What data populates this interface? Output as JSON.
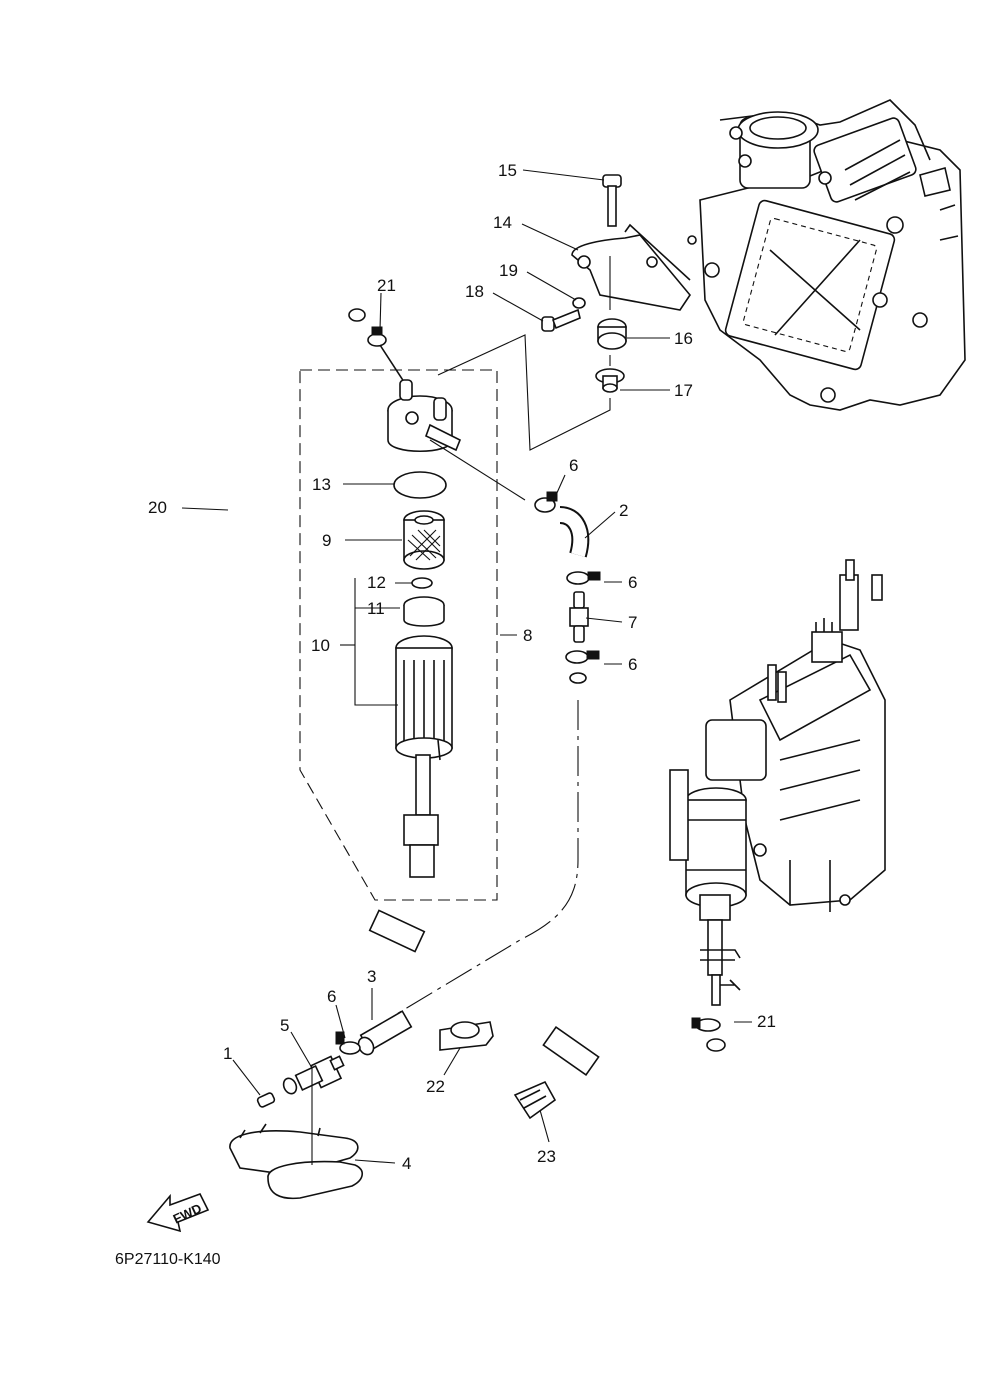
{
  "diagram": {
    "reference_code": "6P27110-K140",
    "direction_arrow_label": "FWD",
    "callouts": [
      {
        "id": "c1",
        "label": "1"
      },
      {
        "id": "c2",
        "label": "2"
      },
      {
        "id": "c3",
        "label": "3"
      },
      {
        "id": "c4",
        "label": "4"
      },
      {
        "id": "c5",
        "label": "5"
      },
      {
        "id": "c6a",
        "label": "6"
      },
      {
        "id": "c6b",
        "label": "6"
      },
      {
        "id": "c6c",
        "label": "6"
      },
      {
        "id": "c6d",
        "label": "6"
      },
      {
        "id": "c7",
        "label": "7"
      },
      {
        "id": "c8",
        "label": "8"
      },
      {
        "id": "c9",
        "label": "9"
      },
      {
        "id": "c10",
        "label": "10"
      },
      {
        "id": "c11",
        "label": "11"
      },
      {
        "id": "c12",
        "label": "12"
      },
      {
        "id": "c13",
        "label": "13"
      },
      {
        "id": "c14",
        "label": "14"
      },
      {
        "id": "c15",
        "label": "15"
      },
      {
        "id": "c16",
        "label": "16"
      },
      {
        "id": "c17",
        "label": "17"
      },
      {
        "id": "c18",
        "label": "18"
      },
      {
        "id": "c19",
        "label": "19"
      },
      {
        "id": "c20",
        "label": "20"
      },
      {
        "id": "c21a",
        "label": "21"
      },
      {
        "id": "c21b",
        "label": "21"
      },
      {
        "id": "c22",
        "label": "22"
      },
      {
        "id": "c23",
        "label": "23"
      }
    ]
  }
}
